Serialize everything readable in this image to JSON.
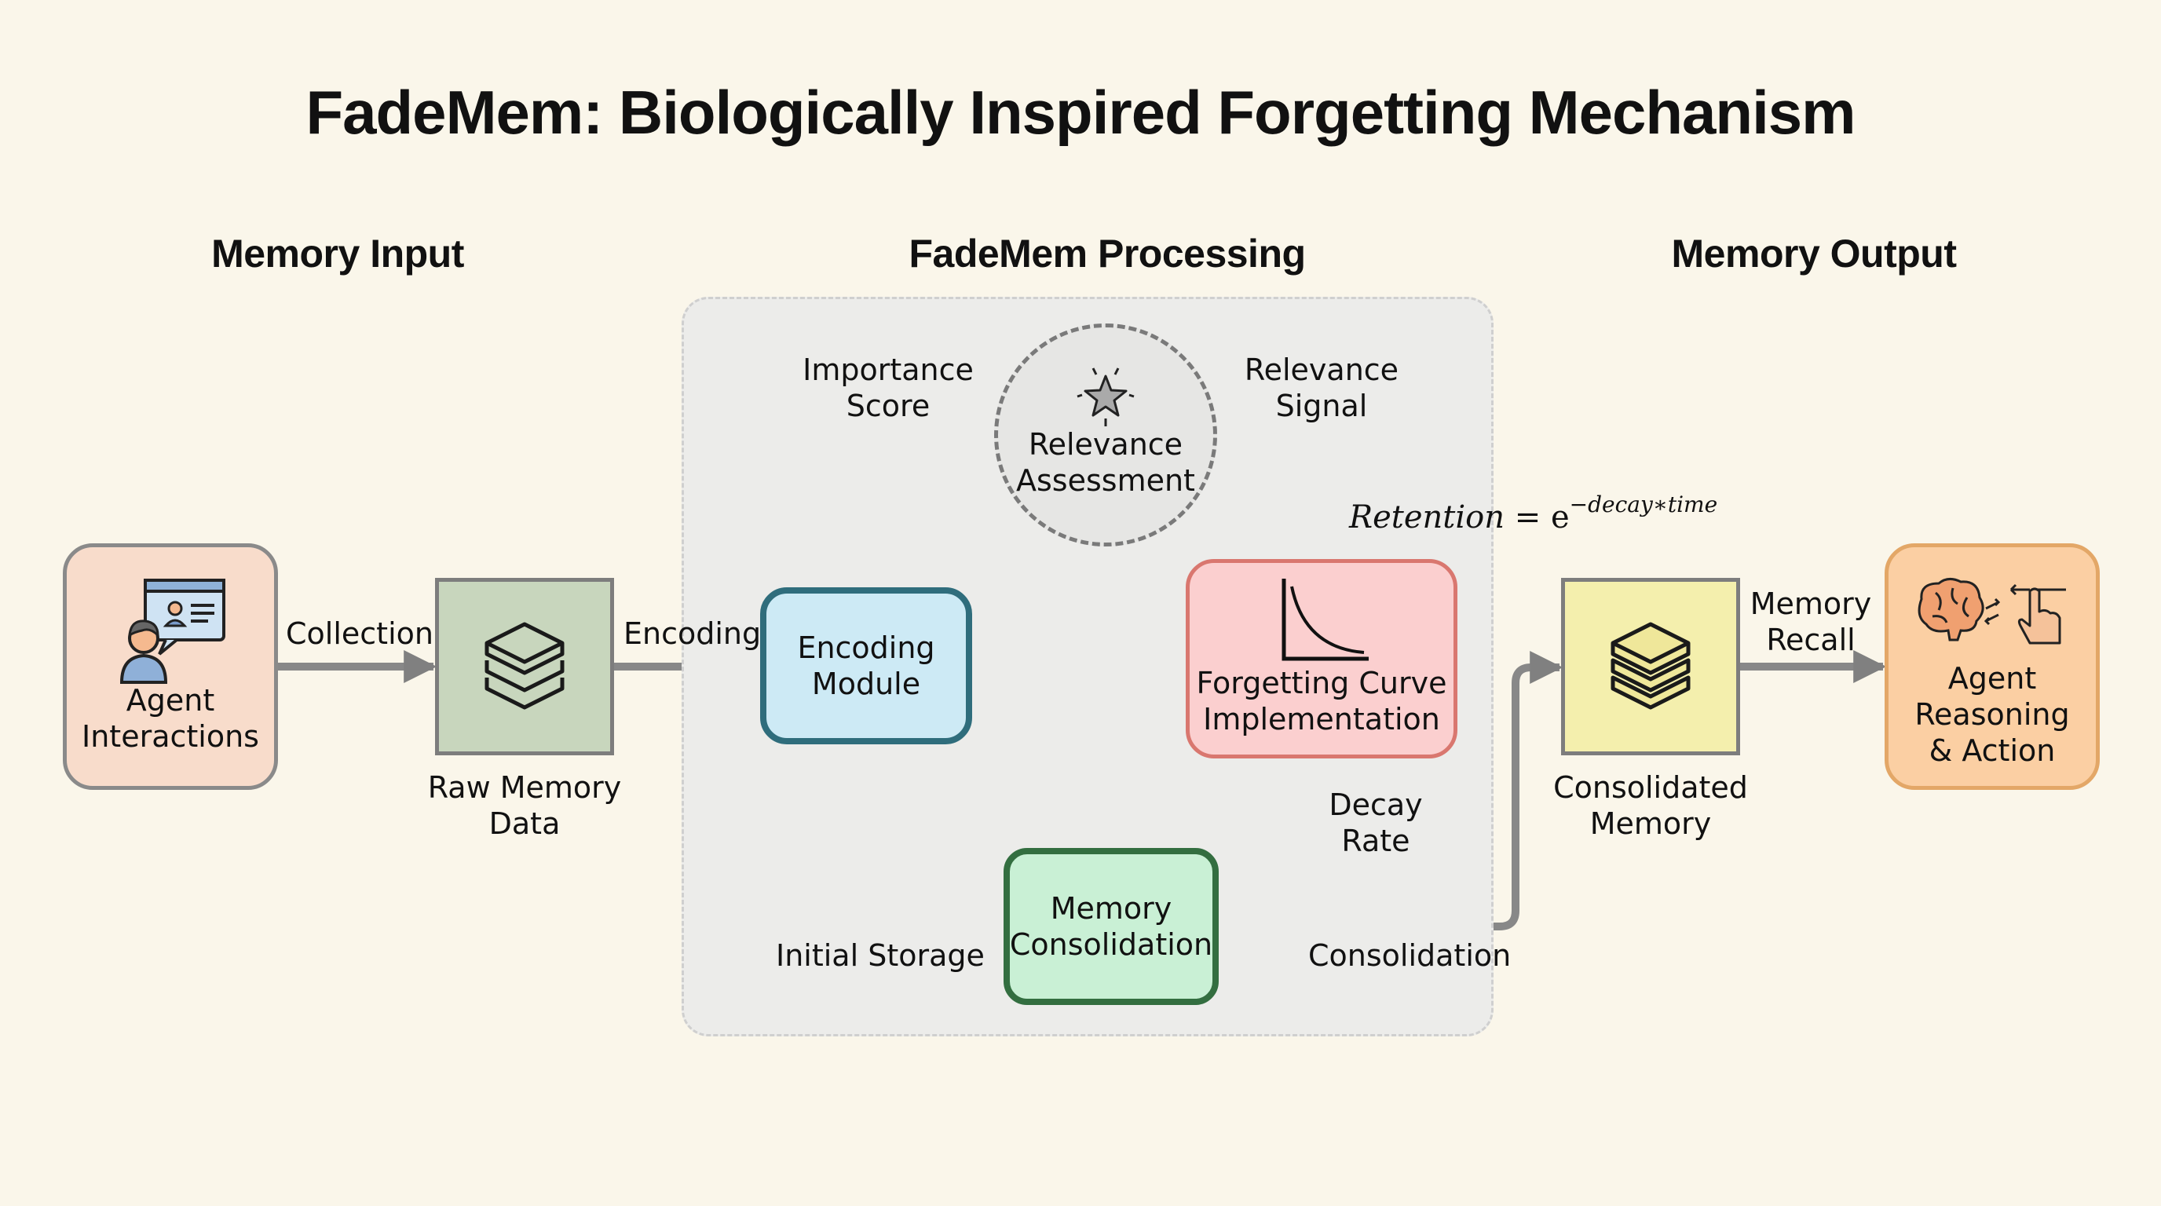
{
  "title": "FadeMem: Biologically Inspired Forgetting Mechanism",
  "sections": {
    "input": "Memory Input",
    "processing": "FadeMem Processing",
    "output": "Memory Output"
  },
  "nodes": {
    "agent_interactions": {
      "line1": "Agent",
      "line2": "Interactions",
      "icon": "user-chat-icon",
      "fill": "#f8dccb"
    },
    "raw_memory": {
      "line1": "Raw Memory",
      "line2": "Data",
      "icon": "layers-icon",
      "fill": "#c8d6bd"
    },
    "encoding_module": {
      "line1": "Encoding",
      "line2": "Module",
      "fill": "#cdeaf5"
    },
    "relevance_assessment": {
      "line1": "Relevance",
      "line2": "Assessment",
      "icon": "star-icon",
      "fill": "#e6e6e4"
    },
    "forgetting_curve": {
      "line1": "Forgetting Curve",
      "line2": "Implementation",
      "icon": "decay-curve-icon",
      "fill": "#fbcfcf"
    },
    "memory_consolidation": {
      "line1": "Memory",
      "line2": "Consolidation",
      "fill": "#c9f0d5"
    },
    "consolidated_memory": {
      "line1": "Consolidated",
      "line2": "Memory",
      "icon": "layers-icon",
      "fill": "#f4efad"
    },
    "agent_reasoning": {
      "line1": "Agent",
      "line2": "Reasoning",
      "line3": "& Action",
      "icon": "brain-hand-icon",
      "fill": "#fbcfa3"
    }
  },
  "edges": {
    "collection": "Collection",
    "encoding": "Encoding",
    "importance_score": {
      "line1": "Importance",
      "line2": "Score"
    },
    "relevance_signal": {
      "line1": "Relevance",
      "line2": "Signal"
    },
    "decay_rate": {
      "line1": "Decay",
      "line2": "Rate"
    },
    "initial_storage": "Initial Storage",
    "consolidation": "Consolidation",
    "memory_recall": {
      "line1": "Memory",
      "line2": "Recall"
    }
  },
  "formula": {
    "lhs": "Retention",
    "eq": " = e",
    "exponent": "−decay∗time"
  }
}
